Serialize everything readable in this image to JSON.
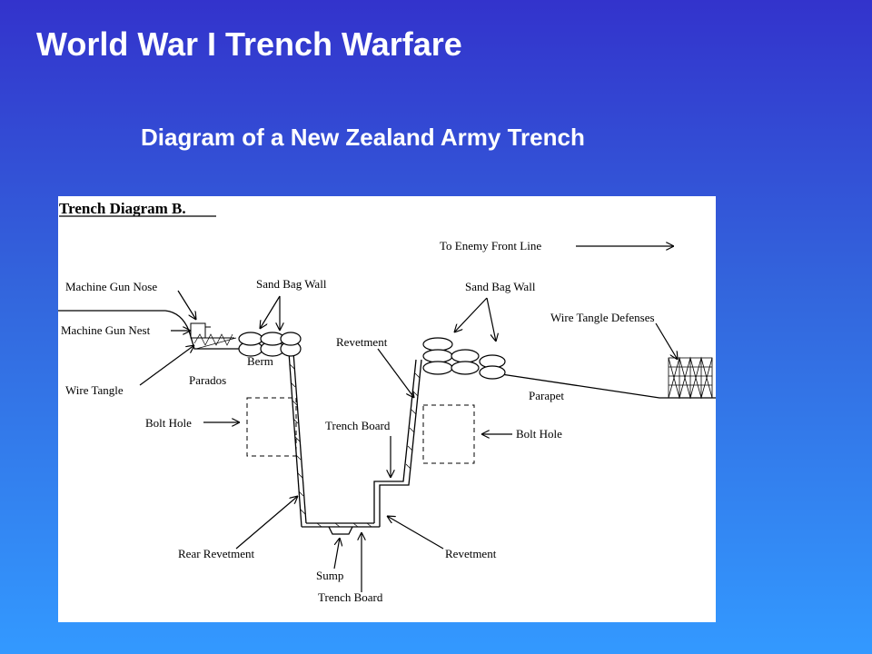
{
  "slide": {
    "title": "World War I Trench Warfare",
    "subtitle": "Diagram of a New Zealand Army Trench"
  },
  "diagram": {
    "heading": "Trench Diagram B.",
    "labels": {
      "enemy_line": "To Enemy Front Line",
      "machine_gun_nose": "Machine Gun Nose",
      "sand_bag_wall_left": "Sand Bag Wall",
      "sand_bag_wall_right": "Sand Bag Wall",
      "wire_tangle_defenses": "Wire Tangle Defenses",
      "machine_gun_nest": "Machine Gun Nest",
      "revetment_upper": "Revetment",
      "berm": "Berm",
      "wire_tangle": "Wire Tangle",
      "parados": "Parados",
      "parapet": "Parapet",
      "bolt_hole_left": "Bolt Hole",
      "trench_board_upper": "Trench Board",
      "bolt_hole_right": "Bolt Hole",
      "rear_revetment": "Rear Revetment",
      "revetment_lower": "Revetment",
      "sump": "Sump",
      "trench_board_lower": "Trench Board"
    }
  },
  "colors": {
    "background_top": "#3333cc",
    "background_bottom": "#3399ff",
    "title_text": "#ffffff",
    "panel": "#ffffff"
  }
}
